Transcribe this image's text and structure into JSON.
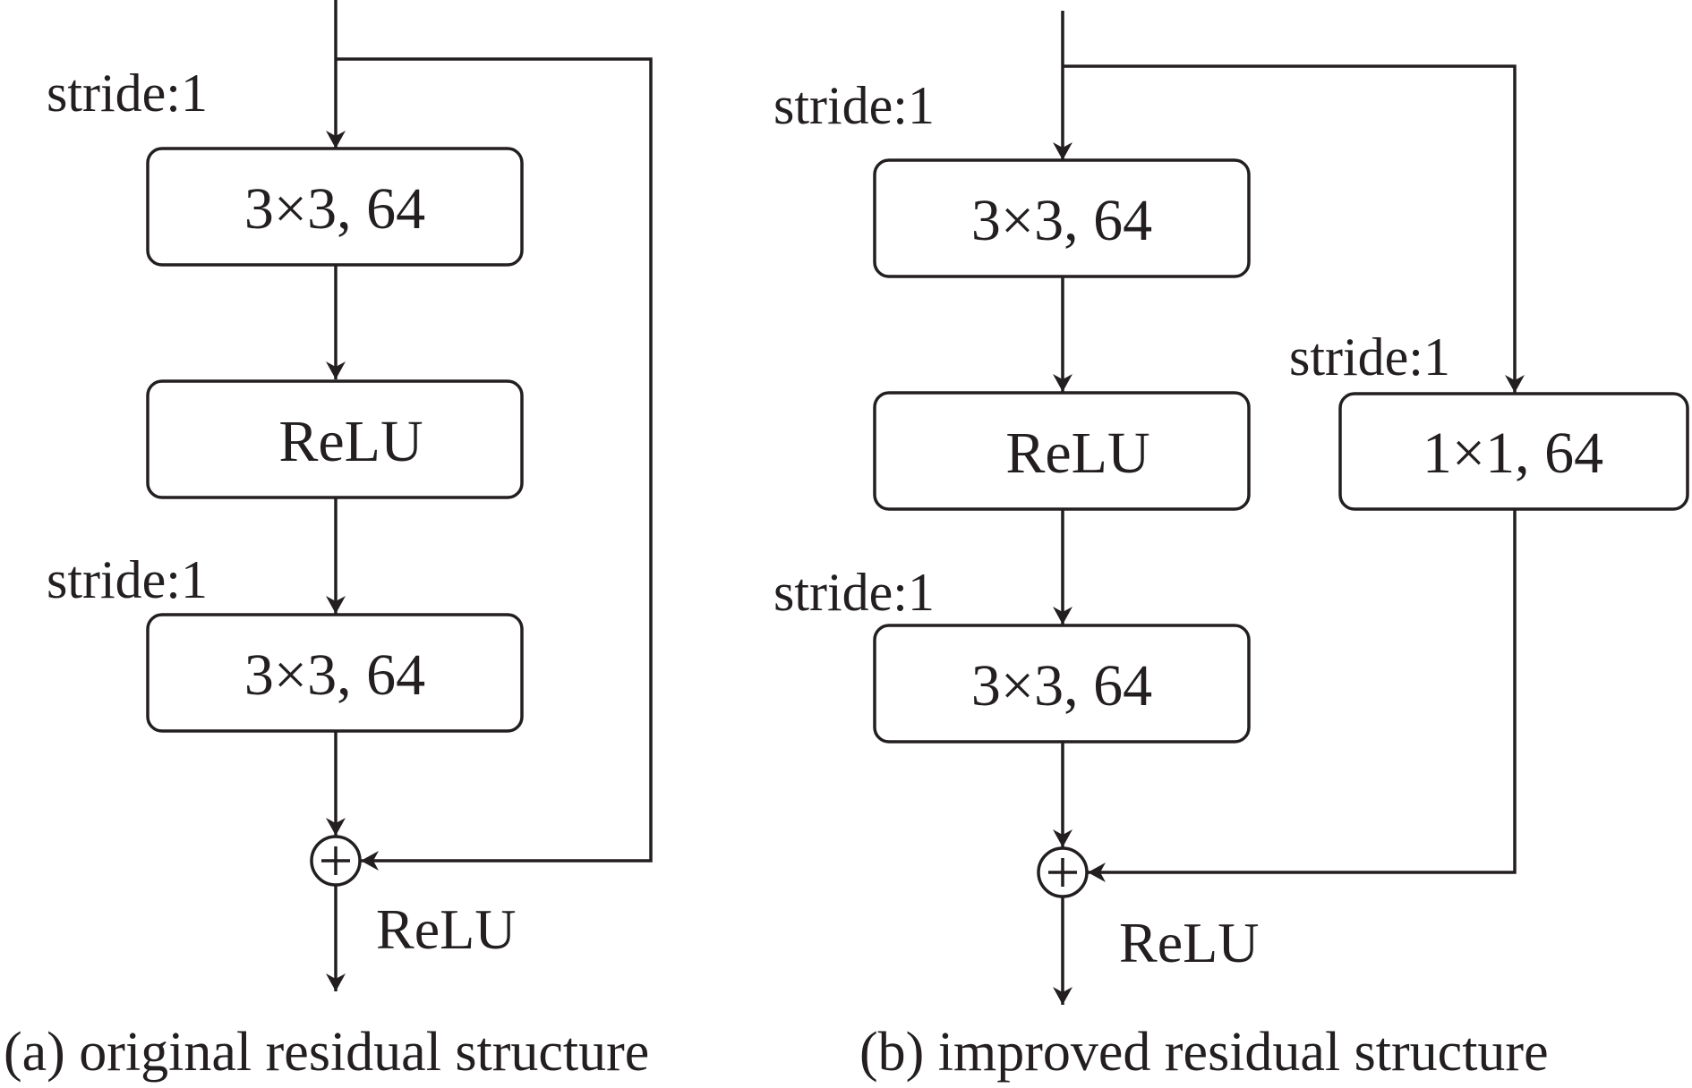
{
  "panel_a": {
    "stride_top": "stride:1",
    "conv1": "3×3, 64",
    "relu": "ReLU",
    "stride_mid": "stride:1",
    "conv2": "3×3, 64",
    "relu_out": "ReLU",
    "caption": "(a) original residual structure"
  },
  "panel_b": {
    "stride_top": "stride:1",
    "conv1": "3×3, 64",
    "relu": "ReLU",
    "stride_mid": "stride:1",
    "conv2": "3×3, 64",
    "shortcut_stride": "stride:1",
    "shortcut_conv": "1×1, 64",
    "relu_out": "ReLU",
    "caption": "(b) improved residual structure"
  }
}
